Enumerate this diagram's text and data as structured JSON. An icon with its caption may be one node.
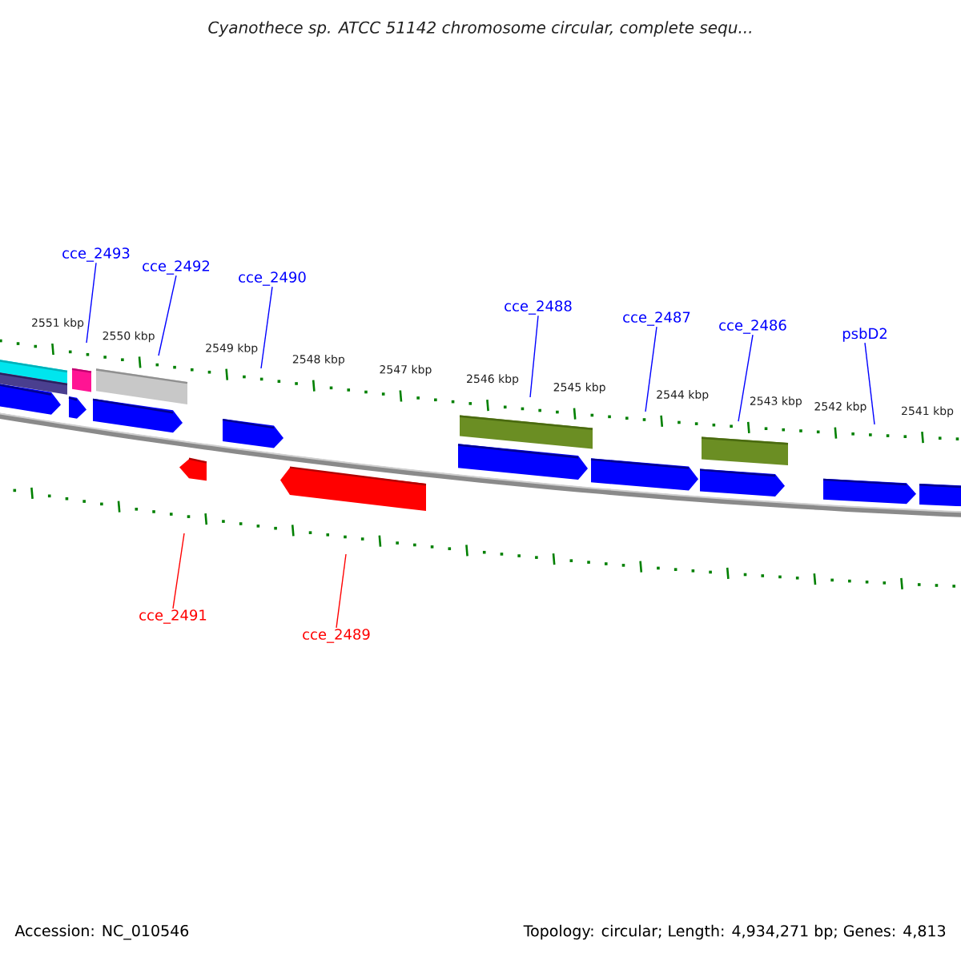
{
  "diagram": {
    "title": "Cyanothece sp. ATCC 51142 chromosome circular, complete sequ...",
    "nodes": [
      {
        "text": [
          "cce_2493"
        ]
      },
      {
        "text": [
          "cce_2492"
        ]
      },
      {
        "text": [
          "cce_2490"
        ]
      },
      {
        "text": [
          "cce_2488"
        ]
      },
      {
        "text": [
          "cce_2487"
        ]
      },
      {
        "text": [
          "cce_2486"
        ]
      },
      {
        "text": [
          "psbD2"
        ]
      },
      {
        "text": [
          "cce_2491"
        ]
      },
      {
        "text": [
          "cce_2489"
        ]
      }
    ],
    "edges": [
      {
        "from": 0,
        "to": null,
        "arrow": "none"
      },
      {
        "from": 1,
        "to": null,
        "arrow": "none"
      },
      {
        "from": 2,
        "to": null,
        "arrow": "none"
      },
      {
        "from": 3,
        "to": null,
        "arrow": "none"
      },
      {
        "from": 4,
        "to": null,
        "arrow": "none"
      },
      {
        "from": 5,
        "to": null,
        "arrow": "none"
      },
      {
        "from": 6,
        "to": null,
        "arrow": "none"
      },
      {
        "from": 7,
        "to": null,
        "arrow": "none",
        "color": "#ff0000"
      },
      {
        "from": 8,
        "to": null,
        "arrow": "none",
        "color": "#ff0000"
      }
    ],
    "labels": [
      "2551 kbp",
      "2550 kbp",
      "2549 kbp",
      "2548 kbp",
      "2547 kbp",
      "2546 kbp",
      "2545 kbp",
      "2544 kbp",
      "2543 kbp",
      "2542 kbp",
      "2541 kbp",
      "Accession: NC_010546",
      "Topology: circular; Length: 4,934,271 bp; Genes: 4,813"
    ]
  }
}
